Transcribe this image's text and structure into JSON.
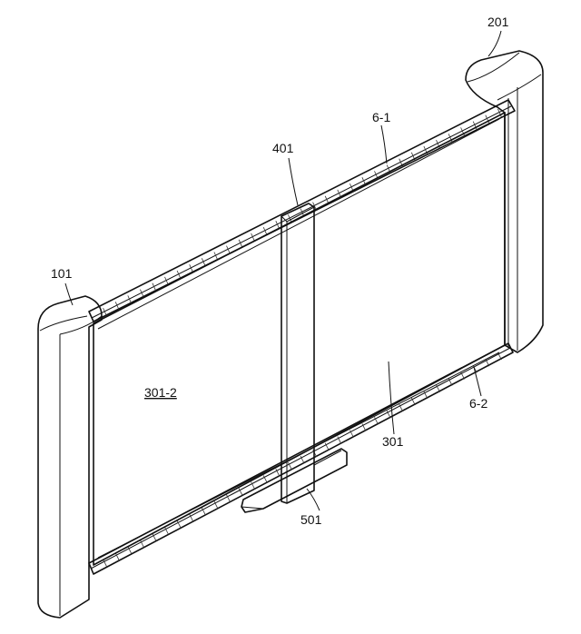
{
  "labels": {
    "left_housing": "101",
    "right_housing": "201",
    "display": "301",
    "display_rolled": "301-2",
    "center_bar": "401",
    "bottom_bracket": "501",
    "upper_rail": "6-1",
    "lower_rail": "6-2"
  }
}
